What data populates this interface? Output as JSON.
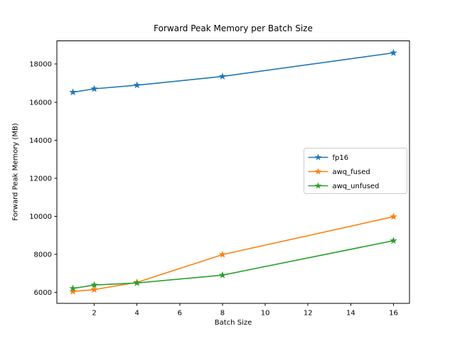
{
  "figure": {
    "background": "#ffffff"
  },
  "chart_data": {
    "type": "line",
    "title": "Forward Peak Memory per Batch Size",
    "xlabel": "Batch Size",
    "ylabel": "Forward Peak Memory (MB)",
    "x": [
      1,
      2,
      4,
      8,
      16
    ],
    "series": [
      {
        "name": "fp16",
        "color": "#1f77b4",
        "values": [
          16520,
          16700,
          16890,
          17350,
          18590
        ]
      },
      {
        "name": "awq_fused",
        "color": "#ff7f0e",
        "values": [
          6050,
          6150,
          6530,
          7990,
          9980
        ]
      },
      {
        "name": "awq_unfused",
        "color": "#2ca02c",
        "values": [
          6210,
          6390,
          6500,
          6910,
          8720
        ]
      }
    ],
    "xticks": [
      2,
      4,
      6,
      8,
      10,
      12,
      14,
      16
    ],
    "yticks": [
      6000,
      8000,
      10000,
      12000,
      14000,
      16000,
      18000
    ],
    "xlim": [
      0.25,
      16.75
    ],
    "ylim": [
      5420,
      19220
    ],
    "marker": "star",
    "grid": false,
    "legend": {
      "entries": [
        "fp16",
        "awq_fused",
        "awq_unfused"
      ],
      "position": "center-right",
      "border_color": "#cccccc",
      "background": "#ffffff"
    },
    "axis_color": "#000000",
    "text_color": "#000000"
  }
}
